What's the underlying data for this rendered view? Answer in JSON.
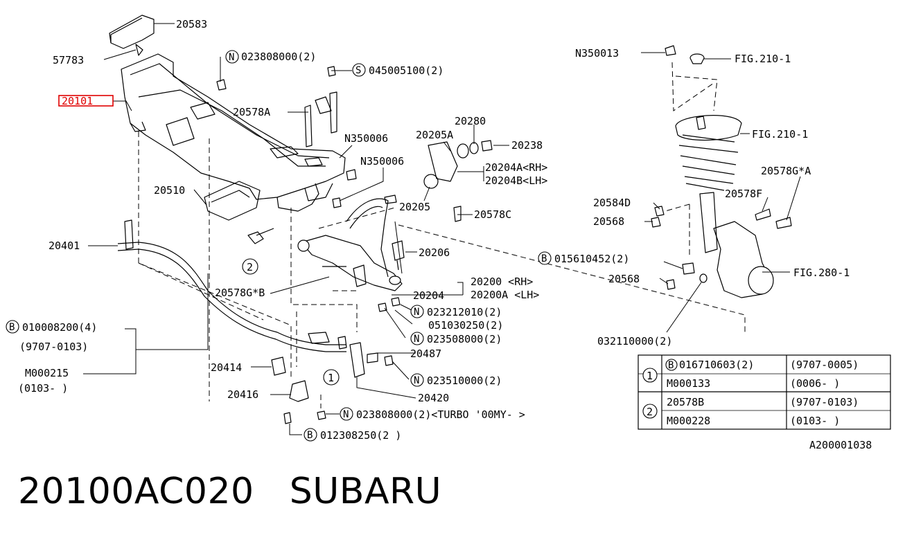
{
  "caption": {
    "part_number": "20100AC020",
    "brand": "SUBARU",
    "full": "20100AC020   SUBARU"
  },
  "figure_code": "A200001038",
  "highlight_color": "#e00000",
  "labels": {
    "l20583": "20583",
    "l57783": "57783",
    "l20101": "20101",
    "lN023808000": "023808000(2)",
    "lS045005100": "045005100(2)",
    "l20578A": "20578A",
    "lN350006a": "N350006",
    "lN350006b": "N350006",
    "l20510": "20510",
    "l20401": "20401",
    "l20578GB": "20578G*B",
    "lB010008200": "010008200(4)",
    "l9707_0103": "(9707-0103)",
    "lM000215": "M000215",
    "l0103": "(0103-        )",
    "l20414": "20414",
    "l20416": "20416",
    "lB012308250": "012308250(2 )",
    "lN023808000b": "023808000(2)<TURBO '00MY- >",
    "l20420": "20420",
    "l20487": "20487",
    "lN023510000": "023510000(2)",
    "lN023508000": "023508000(2)",
    "l051030250": "051030250(2)",
    "lN023212010": "023212010(2)",
    "l20204": "20204",
    "l20200": "20200  <RH>",
    "l20200A": "20200A <LH>",
    "l20206": "20206",
    "l20205": "20205",
    "l20578C": "20578C",
    "l20205A": "20205A",
    "l20280": "20280",
    "l20238": "20238",
    "l20204A": "20204A<RH>",
    "l20204B": "20204B<LH>",
    "lN350013": "N350013",
    "lFIG210_1a": "FIG.210-1",
    "lFIG210_1b": "FIG.210-1",
    "l20578GA": "20578G*A",
    "l20578F": "20578F",
    "l20584D": "20584D",
    "l20568a": "20568",
    "l20568b": "20568",
    "lB015610452": "015610452(2)",
    "lFIG280_1": "FIG.280-1",
    "l032110000": "032110000(2)"
  },
  "circle_letters": {
    "N": "N",
    "S": "S",
    "B": "B"
  },
  "ref_numbers": {
    "r1": "1",
    "r2": "2"
  },
  "table": {
    "rows": [
      {
        "ref": "1",
        "part": "016710603(2)",
        "prefix": "B",
        "range": "(9707-0005)"
      },
      {
        "ref": "",
        "part": "M000133",
        "prefix": "",
        "range": "(0006-       )"
      },
      {
        "ref": "2",
        "part": "20578B",
        "prefix": "",
        "range": "(9707-0103)"
      },
      {
        "ref": "",
        "part": "M000228",
        "prefix": "",
        "range": "(0103-       )"
      }
    ]
  }
}
